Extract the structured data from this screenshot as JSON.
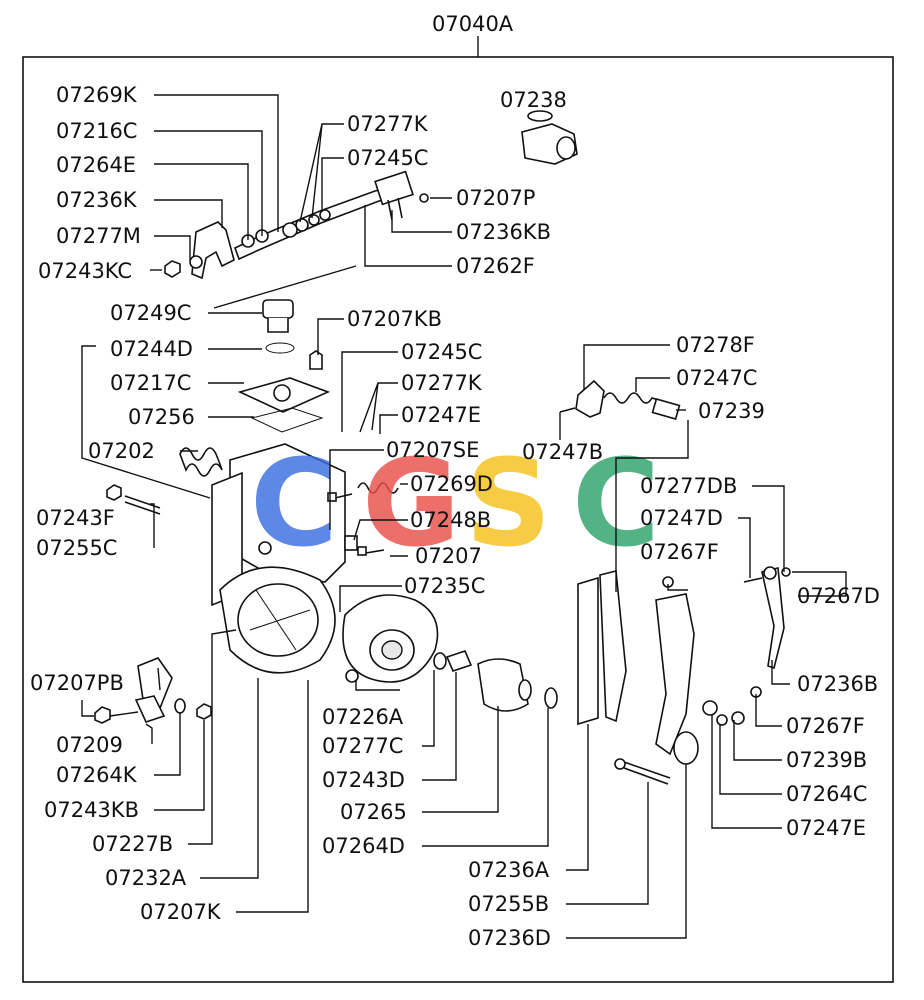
{
  "assembly": {
    "id": "07040A"
  },
  "watermark": {
    "letters": [
      "C",
      "G",
      "S",
      "C"
    ],
    "colors": [
      "#3b6fe0",
      "#e8504a",
      "#f3c21b",
      "#2fa36b"
    ]
  },
  "parts": [
    "07269K",
    "07216C",
    "07264E",
    "07236K",
    "07277M",
    "07243KC",
    "07277K",
    "07245C",
    "07207P",
    "07236KB",
    "07262F",
    "07238",
    "07249C",
    "07207KB",
    "07244D",
    "07217C",
    "07256",
    "07202",
    "07245C",
    "07277K",
    "07247E",
    "07207SE",
    "07247B",
    "07278F",
    "07247C",
    "07239",
    "07269D",
    "07248B",
    "07207",
    "07235C",
    "07243F",
    "07255C",
    "07277DB",
    "07247D",
    "07267F",
    "07267D",
    "07236B",
    "07207PB",
    "07209",
    "07264K",
    "07243KB",
    "07227B",
    "07232A",
    "07207K",
    "07226A",
    "07277C",
    "07243D",
    "07265",
    "07264D",
    "07236A",
    "07255B",
    "07236D",
    "07267F",
    "07239B",
    "07264C",
    "07247E"
  ]
}
